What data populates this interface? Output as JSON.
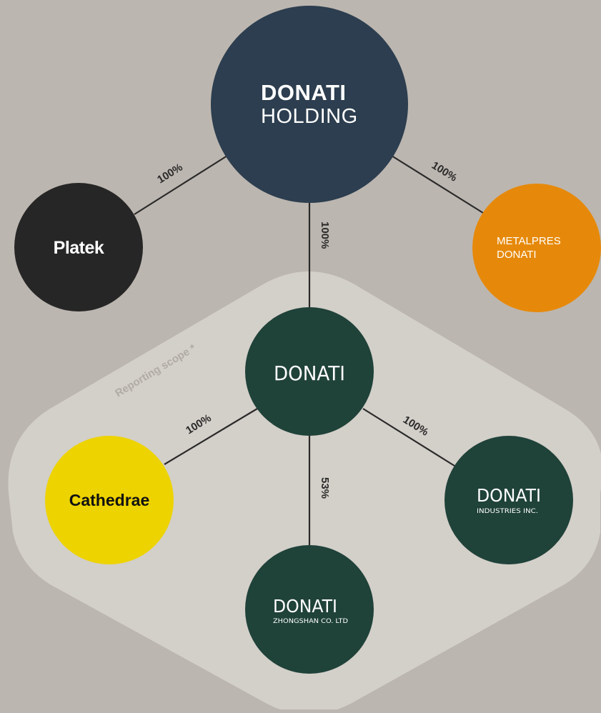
{
  "colors": {
    "background": "#bcb6b0",
    "scope_region": "#d3cfc9",
    "holding": "#2c3e4f",
    "platek": "#262626",
    "metalpres": "#e6890a",
    "donati_green": "#1f4239",
    "cathedrae": "#edd300",
    "connector": "#2a2a2a",
    "scope_label": "#b0aba5"
  },
  "nodes": {
    "holding": {
      "line1": "DONATI",
      "line2": "HOLDING"
    },
    "platek": {
      "name": "Platek"
    },
    "metalpres": {
      "line1": "METALPRES",
      "line2": "DONATI"
    },
    "donati": {
      "name": "DONATI"
    },
    "cathedrae": {
      "name": "Cathedrae"
    },
    "industries": {
      "name": "DONATI",
      "sub": "INDUSTRIES INC."
    },
    "zhongshan": {
      "name": "DONATI",
      "sub": "ZHONGSHAN CO. LTD"
    }
  },
  "edges": {
    "holding_platek": "100%",
    "holding_metalpres": "100%",
    "holding_donati": "100%",
    "donati_cathedrae": "100%",
    "donati_industries": "100%",
    "donati_zhongshan": "53%"
  },
  "scope_label": "Reporting scope *"
}
